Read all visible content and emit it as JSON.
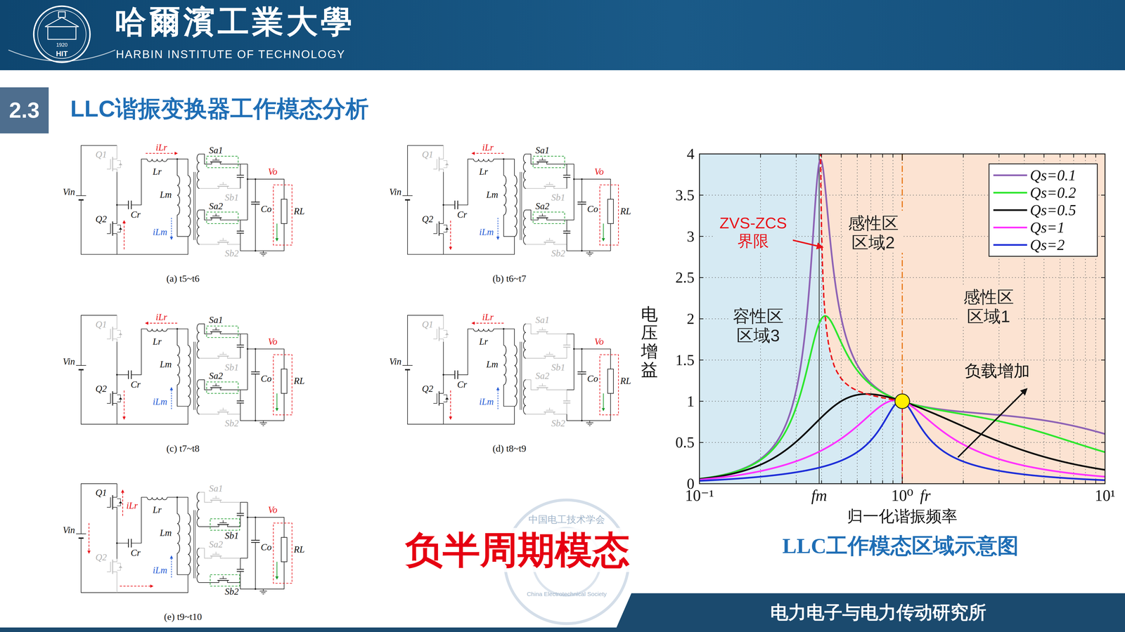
{
  "diagram": {
    "title": "LLC谐振变换器工作模态分析",
    "caption": "LLC工作模态区域示意图",
    "nodes": [
      {
        "text": [
          "哈爾濱工業大學",
          "HARBIN INSTITUTE OF TECHNOLOGY"
        ]
      },
      {
        "text": [
          "2.3"
        ]
      },
      {
        "text": [
          "电力电子与电力传动研究所"
        ]
      }
    ],
    "labels": [
      "Q1",
      "Q2",
      "Vin",
      "iLr",
      "Lr",
      "Lm",
      "iLm",
      "Cr",
      "Sa1",
      "Sb1",
      "Sa2",
      "Sb2",
      "Co",
      "Vo",
      "RL",
      "(a) t5~t6",
      "Q1",
      "Q2",
      "Vin",
      "iLr",
      "Lr",
      "Lm",
      "iLm",
      "Cr",
      "Sa1",
      "Sb1",
      "Sa2",
      "Sb2",
      "Co",
      "Vo",
      "RL",
      "(b) t6~t7",
      "Q1",
      "Q2",
      "Vin",
      "iLr",
      "Lr",
      "Lm",
      "iLm",
      "Cr",
      "Sa1",
      "Sb1",
      "Sa2",
      "Sb2",
      "Co",
      "Vo",
      "RL",
      "(c) t7~t8",
      "Q1",
      "Q2",
      "Vin",
      "iLr",
      "Lr",
      "Lm",
      "iLm",
      "Cr",
      "Sa1",
      "Sb1",
      "Sa2",
      "Sb2",
      "Co",
      "Vo",
      "RL",
      "(d) t8~t9",
      "Q1",
      "Q2",
      "Vin",
      "iLr",
      "Lr",
      "Lm",
      "iLm",
      "Cr",
      "Sa1",
      "Sb1",
      "Sa2",
      "Sb2",
      "Co",
      "Vo",
      "RL",
      "(e) t9~t10",
      "负半周期模态",
      "ZVS-ZCS 界限",
      "容性区 区域3",
      "感性区 区域2",
      "感性区 区域1",
      "负载增加",
      "4",
      "3.5",
      "3",
      "2.5",
      "2",
      "1.5",
      "1",
      "0.5",
      "0",
      "10⁻¹",
      "fm",
      "10⁰",
      "fr",
      "10¹",
      "归一化谐振频率",
      "电压增益",
      "HIT",
      "1920",
      "中国电工技术学会",
      "China Electrotechnical Society"
    ],
    "legend": [
      {
        "text": "Qs=0.1"
      },
      {
        "text": "Qs=0.2"
      },
      {
        "text": "Qs=0.5"
      },
      {
        "text": "Qs=1"
      },
      {
        "text": "Qs=2"
      }
    ]
  }
}
